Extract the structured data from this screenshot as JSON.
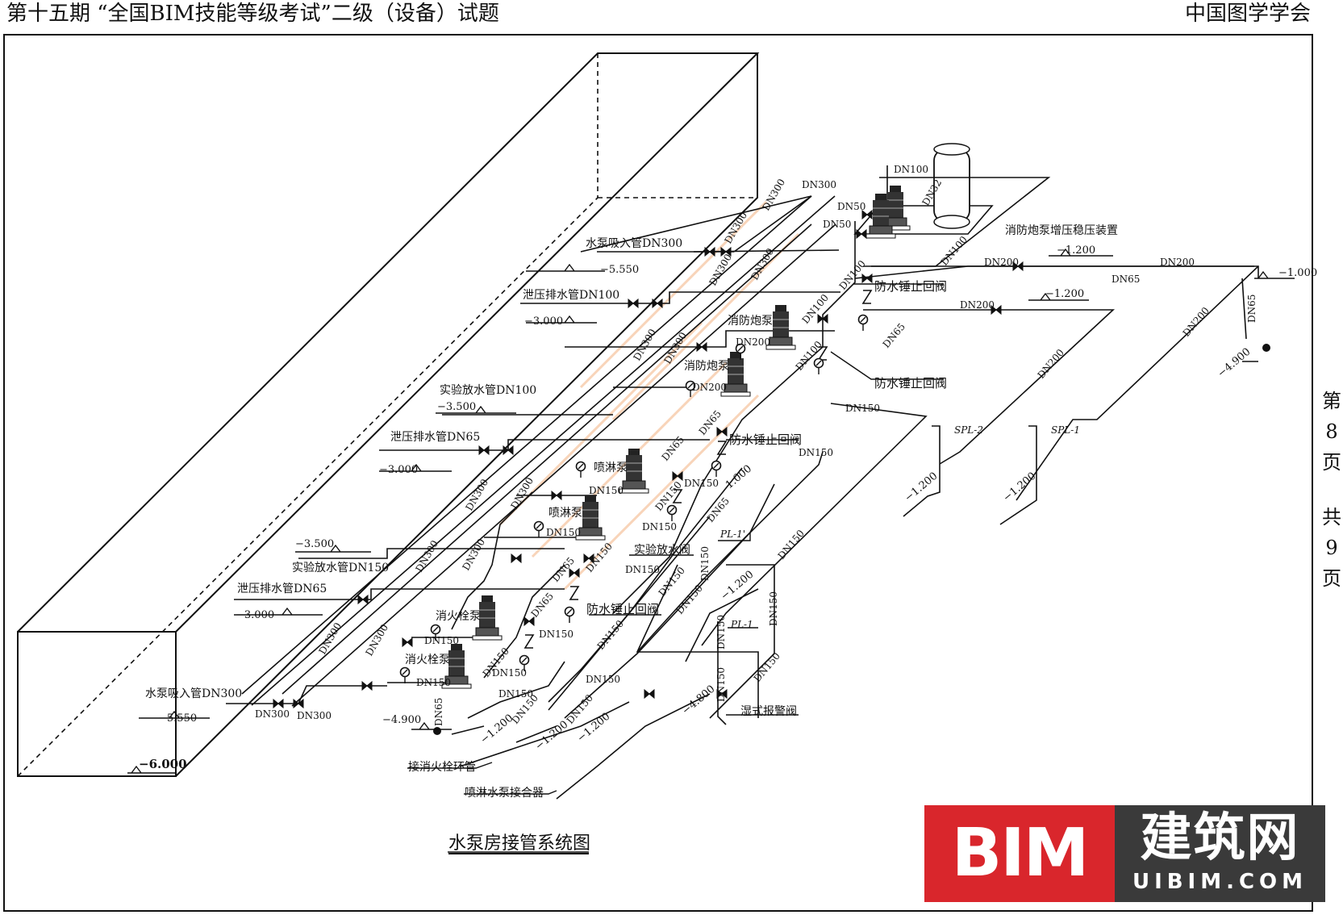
{
  "header": {
    "left": "第十五期 “全国BIM技能等级考试”二级（设备）试题",
    "right": "中国图学学会"
  },
  "page_indicator": [
    "第",
    "8",
    "页",
    "共",
    "9",
    "页"
  ],
  "diagram_title": "水泵房接管系统图",
  "logo": {
    "bim": "BIM",
    "cn": "建筑网",
    "en": "UIBIM.COM"
  },
  "labels": {
    "suction_top": "水泵吸入管DN300",
    "suction_top_elev": "−5.550",
    "relief_top": "泄压排水管DN100",
    "relief_top_elev": "−3.000",
    "test_top": "实验放水管DN100",
    "test_top_elev": "−3.500",
    "relief_mid": "泄压排水管DN65",
    "relief_mid_elev": "−3.000",
    "test_bot_elev": "−3.500",
    "test_bot": "实验放水管DN150",
    "relief_bot": "泄压排水管DN65",
    "relief_bot_elev": "−3.000",
    "suction_bot": "水泵吸入管DN300",
    "suction_bot_elev": "−5.550",
    "floor_elev": "−6.000",
    "cannon_pump_1": "消防炮泵",
    "cannon_pump_2": "消防炮泵",
    "spray_pump_1": "喷淋泵",
    "spray_pump_2": "喷淋泵",
    "hydrant_pump_1": "消火栓泵",
    "hydrant_pump_2": "消火栓泵",
    "check_valve_1": "防水锤止回阀",
    "check_valve_2": "防水锤止回阀",
    "check_valve_3": "防水锤止回阀",
    "check_valve_4": "防水锤止回阀",
    "test_valve": "实验放水阀",
    "pressure_device": "消防炮泵增压稳压装置",
    "alarm_valve": "湿式报警阀",
    "hydrant_ring": "接消火栓环管",
    "spray_connector": "喷淋水泵接合器",
    "spl2": "SPL-2",
    "spl1": "SPL-1",
    "pl1p": "PL-1'",
    "pl1": "PL-1",
    "elev_1200_a": "−1.200",
    "elev_1200_b": "−1.200",
    "elev_1000": "−1.000",
    "elev_4900_r": "−4.900",
    "elev_1000_b": "1.000",
    "elev_1200_c": "−1.200",
    "elev_1200_d": "−1.200",
    "elev_1200_e": "−1.200",
    "elev_4800": "−4.800",
    "elev_4900_l": "−4.900",
    "elev_1200_f": "−1.200",
    "elev_1200_g": "−1.200",
    "elev_1200_h": "−1.200",
    "dn_300_a": "DN300",
    "dn_300_b": "DN300",
    "dn_300_c": "DN300",
    "dn_300_d": "DN300",
    "dn_300_e": "DN300",
    "dn_300_f": "DN300",
    "dn_300_g": "DN300",
    "dn_300_h": "DN300",
    "dn_300_i": "DN300",
    "dn_300_j": "DN300",
    "dn_300_k": "DN300",
    "dn_300_l": "DN300",
    "dn_300_m": "DN300",
    "dn_300_n": "DN300",
    "dn_300_o": "DN300",
    "dn_100_a": "DN100",
    "dn_100_b": "DN100",
    "dn_100_c": "DN100",
    "dn_100_d": "DN100",
    "dn_100_e": "DN100",
    "dn_50_a": "DN50",
    "dn_50_b": "DN50",
    "dn_32": "DN32",
    "dn_200_a": "DN200",
    "dn_200_b": "DN200",
    "dn_200_c": "DN200",
    "dn_200_d": "DN200",
    "dn_200_e": "DN200",
    "dn_200_f": "DN200",
    "dn_200_g": "DN200",
    "dn_65_a": "DN65",
    "dn_65_b": "DN65",
    "dn_65_c": "DN65",
    "dn_65_d": "DN65",
    "dn_65_e": "DN65",
    "dn_65_f": "DN65",
    "dn_65_g": "DN65",
    "dn_65_h": "DN65",
    "dn_65_i": "DN65",
    "dn_150_a": "DN150",
    "dn_150_b": "DN150",
    "dn_150_c": "DN150",
    "dn_150_d": "DN150",
    "dn_150_e": "DN150",
    "dn_150_f": "DN150",
    "dn_150_g": "DN150",
    "dn_150_h": "DN150",
    "dn_150_i": "DN150",
    "dn_150_j": "DN150",
    "dn_150_k": "DN150",
    "dn_150_l": "DN150",
    "dn_150_m": "DN150",
    "dn_150_n": "DN150",
    "dn_150_o": "DN150",
    "dn_150_p": "DN150",
    "dn_150_q": "DN150",
    "dn_150_r": "DN150",
    "dn_150_s": "DN150",
    "dn_150_t": "DN150",
    "dn_150_u": "DN150",
    "dn_150_v": "DN150",
    "dn_150_w": "DN150",
    "dn_150_x": "DN150",
    "dn_150_y": "DN150",
    "dn_150_z": "DN150",
    "dn_150_aa": "DN150"
  }
}
